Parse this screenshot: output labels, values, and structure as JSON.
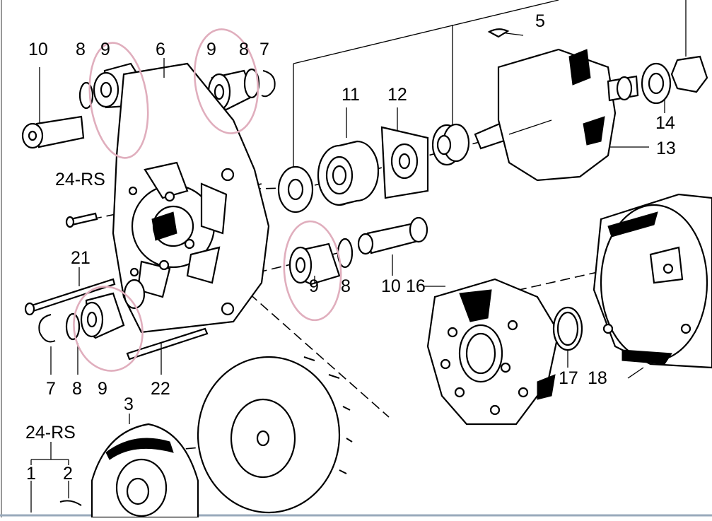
{
  "labels": {
    "p10_top": "10",
    "p8_top_left": "8",
    "p9_top_left": "9",
    "p6": "6",
    "p9_top_mid": "9",
    "p8_top_mid": "8",
    "p7_top": "7",
    "p5": "5",
    "p11": "11",
    "p12": "12",
    "p14": "14",
    "p13": "13",
    "p24rs_mid": "24-RS",
    "p21": "21",
    "p9_center": "9",
    "p8_center": "8",
    "p10_center": "10",
    "p16": "16",
    "p17": "17",
    "p18": "18",
    "p7_bottom": "7",
    "p8_bottom": "8",
    "p9_bottom": "9",
    "p22": "22",
    "p3": "3",
    "p24rs_bottom": "24-RS",
    "p1": "1",
    "p2": "2"
  },
  "highlight_color": "#e0aebd"
}
